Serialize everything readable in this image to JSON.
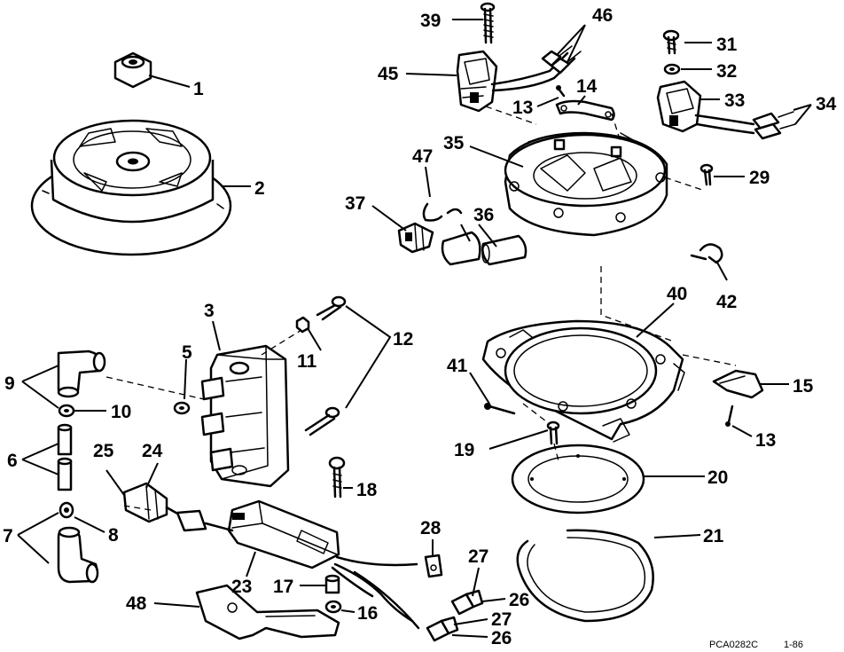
{
  "diagram_code": "PCA0282C",
  "diagram_date": "1-86",
  "callouts": [
    {
      "id": "c1",
      "label": "1"
    },
    {
      "id": "c2",
      "label": "2"
    },
    {
      "id": "c3",
      "label": "3"
    },
    {
      "id": "c5",
      "label": "5"
    },
    {
      "id": "c6",
      "label": "6"
    },
    {
      "id": "c7",
      "label": "7"
    },
    {
      "id": "c8",
      "label": "8"
    },
    {
      "id": "c9",
      "label": "9"
    },
    {
      "id": "c10",
      "label": "10"
    },
    {
      "id": "c11",
      "label": "11"
    },
    {
      "id": "c12",
      "label": "12"
    },
    {
      "id": "c13a",
      "label": "13"
    },
    {
      "id": "c13b",
      "label": "13"
    },
    {
      "id": "c14",
      "label": "14"
    },
    {
      "id": "c15",
      "label": "15"
    },
    {
      "id": "c16",
      "label": "16"
    },
    {
      "id": "c17",
      "label": "17"
    },
    {
      "id": "c18",
      "label": "18"
    },
    {
      "id": "c19",
      "label": "19"
    },
    {
      "id": "c20",
      "label": "20"
    },
    {
      "id": "c21",
      "label": "21"
    },
    {
      "id": "c23",
      "label": "23"
    },
    {
      "id": "c24",
      "label": "24"
    },
    {
      "id": "c25",
      "label": "25"
    },
    {
      "id": "c26a",
      "label": "26"
    },
    {
      "id": "c26b",
      "label": "26"
    },
    {
      "id": "c27a",
      "label": "27"
    },
    {
      "id": "c27b",
      "label": "27"
    },
    {
      "id": "c28",
      "label": "28"
    },
    {
      "id": "c29",
      "label": "29"
    },
    {
      "id": "c31",
      "label": "31"
    },
    {
      "id": "c32",
      "label": "32"
    },
    {
      "id": "c33",
      "label": "33"
    },
    {
      "id": "c34",
      "label": "34"
    },
    {
      "id": "c35",
      "label": "35"
    },
    {
      "id": "c36",
      "label": "36"
    },
    {
      "id": "c37",
      "label": "37"
    },
    {
      "id": "c39",
      "label": "39"
    },
    {
      "id": "c40",
      "label": "40"
    },
    {
      "id": "c41",
      "label": "41"
    },
    {
      "id": "c42",
      "label": "42"
    },
    {
      "id": "c45",
      "label": "45"
    },
    {
      "id": "c46",
      "label": "46"
    },
    {
      "id": "c47",
      "label": "47"
    },
    {
      "id": "c48",
      "label": "48"
    }
  ]
}
